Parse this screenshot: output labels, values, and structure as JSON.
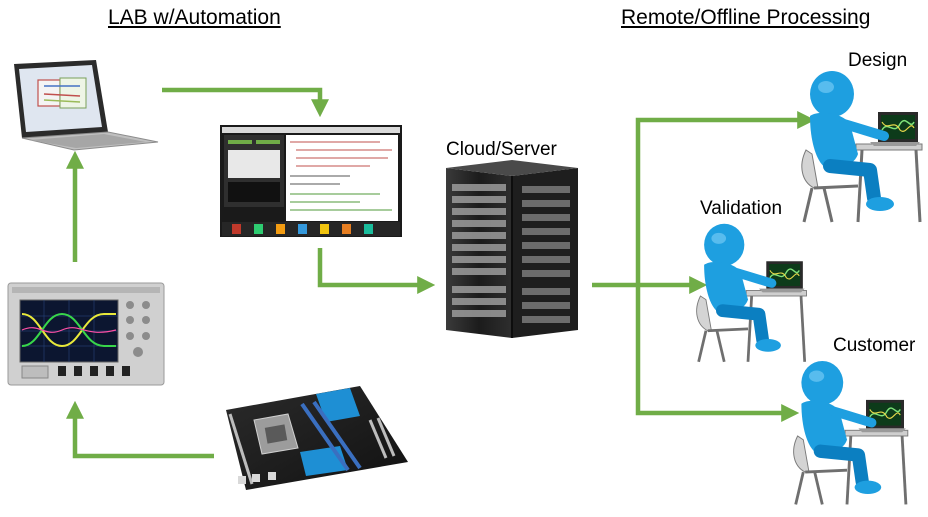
{
  "headings": {
    "left": "LAB w/Automation",
    "right": "Remote/Offline Processing"
  },
  "labels": {
    "server": "Cloud/Server",
    "design": "Design",
    "validation": "Validation",
    "customer": "Customer"
  },
  "colors": {
    "arrow": "#70ad47",
    "figure": "#1e9fe0",
    "figure_shade": "#0b7fc1"
  },
  "icons": [
    "laptop-icon",
    "software-screen-icon",
    "oscilloscope-icon",
    "motherboard-icon",
    "server-rack-icon",
    "person-at-desk-icon"
  ]
}
